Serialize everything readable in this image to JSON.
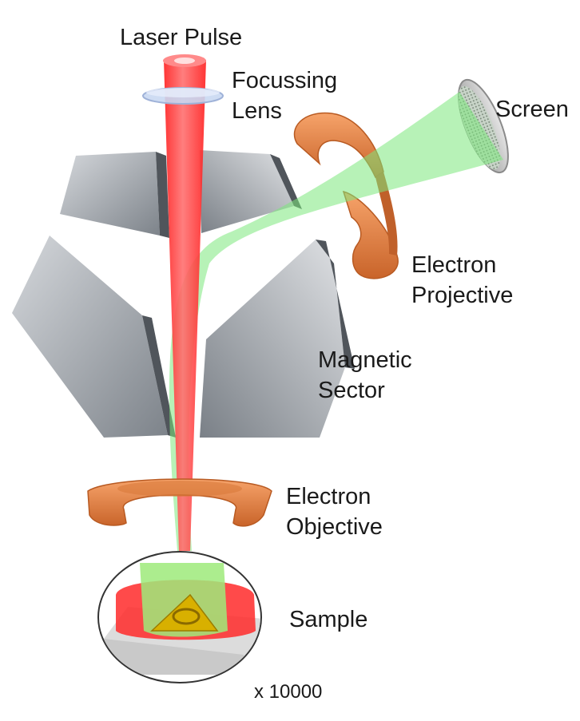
{
  "labels": {
    "laser_pulse": "Laser Pulse",
    "focussing_lens": [
      "Focussing",
      "Lens"
    ],
    "screen": "Screen",
    "electron_projective": [
      "Electron",
      "Projective"
    ],
    "magnetic_sector": [
      "Magnetic",
      "Sector"
    ],
    "electron_objective": [
      "Electron",
      "Objective"
    ],
    "sample": "Sample",
    "magnification": "x 10000"
  },
  "colors": {
    "laser": "#ff2a2a",
    "electron_beam": "#86ef86",
    "magnet": "#8f959c",
    "lens_copper": "#e8803c",
    "focussing_lens": "#c9d8f2",
    "screen": "#bfbfbf",
    "sample_plate": "#dcdcdc",
    "sample_triangle": "#d8b000"
  }
}
